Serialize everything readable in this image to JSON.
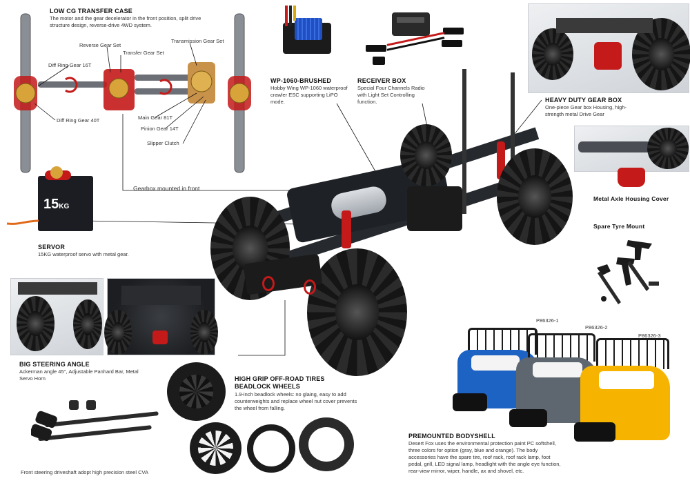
{
  "transfer_case": {
    "title": "LOW CG TRANSFER CASE",
    "desc": "The motor and the gear decelerator in the front position, split drive structure design, reverse-drive 4WD system.",
    "labels": {
      "reverse_gear_set": "Reverse Gear Set",
      "transfer_gear_set": "Transfer Gear Set",
      "transmission_gear_set": "Transmission Gear Set",
      "diff_ring_gear_16t": "Diff Ring Gear 16T",
      "diff_ring_gear_40t": "Diff Ring Gear 40T",
      "main_gear_81t": "Main Gear 81T",
      "pinion_gear_14t": "Pinion Gear 14T",
      "slipper_clutch": "Slipper Clutch",
      "gearbox_mounted_in_front": "Gearbox mounted in front"
    }
  },
  "esc": {
    "title": "WP-1060-BRUSHED",
    "desc": "Hobby Wing WP-1060 waterproof crawler ESC supporting LiPO mode."
  },
  "receiver": {
    "title": "RECEIVER BOX",
    "desc": "Special Four Channels Radio with Light Set Controlling function."
  },
  "gearbox": {
    "title": "HEAVY DUTY GEAR BOX",
    "desc": "One-piece Gear box Housing, high-strength metal Drive Gear"
  },
  "axle_cover": {
    "title": "Metal Axle Housing Cover"
  },
  "spare_tyre": {
    "title": "Spare Tyre Mount"
  },
  "servo": {
    "title": "SERVOR",
    "desc": "15KG waterproof servo with metal gear.",
    "label_big": "15",
    "label_kg": "KG"
  },
  "steering": {
    "title": "BIG STEERING ANGLE",
    "desc": "Ackerman angle 45°, Adjustable Panhard Bar, Metal Servo Horn"
  },
  "tires": {
    "title1": "HIGH GRIP OFF-ROAD TIRES",
    "title2": "BEADLOCK WHEELS",
    "desc": "1.9-inch beadlock wheels: no glaing, easy to add counterweights and replace wheel nut cover prevents the wheel from falling."
  },
  "driveshaft": {
    "caption": "Front steering driveshaft adopt high precision steel CVA"
  },
  "bodyshell": {
    "title": "PREMOUNTED BODYSHELL",
    "desc": "Desert Fox uses the environmental protection paint PC softshell, three colors for option (gray, blue and orange). The body accessories have the spare tire, roof rack, roof rack lamp, foot pedal, grill, LED signal lamp, headlight with the angle eye function, rear-view mirror, wiper, handle, ax and shovel, etc.",
    "models": [
      "P86326-1",
      "P86326-2",
      "P86326-3"
    ]
  },
  "colors": {
    "blue_body": "#1d63c4",
    "gray_body": "#5e6670",
    "orange_body": "#f6b400",
    "accent_red": "#c41a1a",
    "esc_blue": "#1f4fc0"
  }
}
